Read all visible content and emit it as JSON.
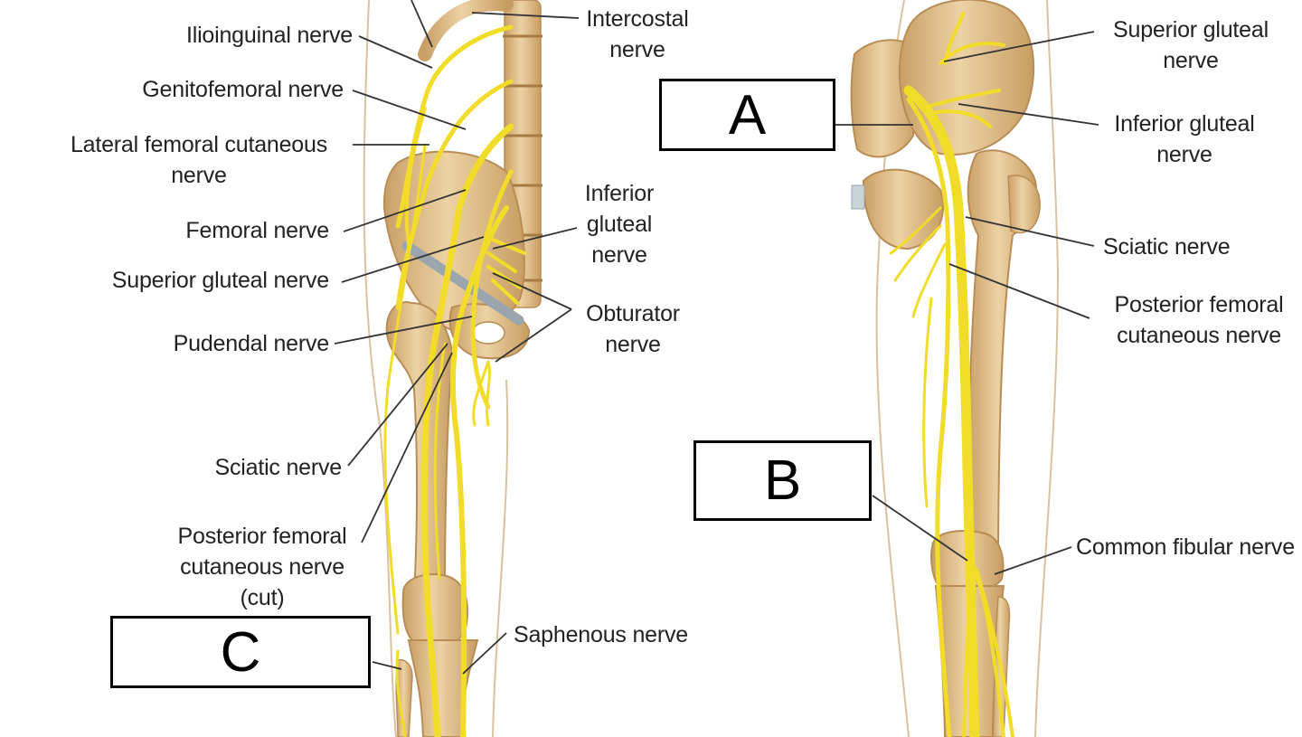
{
  "anterior_labels": {
    "ilioinguinal": "Ilioinguinal nerve",
    "genitofemoral": "Genitofemoral nerve",
    "lateral_femoral_cutaneous": "Lateral femoral cutaneous\nnerve",
    "femoral": "Femoral nerve",
    "superior_gluteal": "Superior gluteal nerve",
    "pudendal": "Pudendal nerve",
    "sciatic": "Sciatic nerve",
    "posterior_femoral_cutaneous_cut": "Posterior femoral\ncutaneous nerve\n(cut)",
    "intercostal": "Intercostal\nnerve",
    "inferior_gluteal": "Inferior\ngluteal\nnerve",
    "obturator": "Obturator\nnerve",
    "saphenous": "Saphenous nerve"
  },
  "posterior_labels": {
    "superior_gluteal": "Superior gluteal\nnerve",
    "inferior_gluteal": "Inferior gluteal\nnerve",
    "sciatic": "Sciatic nerve",
    "posterior_femoral_cutaneous": "Posterior femoral\ncutaneous nerve",
    "common_fibular": "Common fibular nerve"
  },
  "answer_boxes": {
    "a": "A",
    "b": "B",
    "c": "C"
  },
  "colors": {
    "nerve": "#f2dc2a",
    "bone": "#e3c393",
    "bone_shadow": "#c79d63",
    "leader": "#333333"
  }
}
